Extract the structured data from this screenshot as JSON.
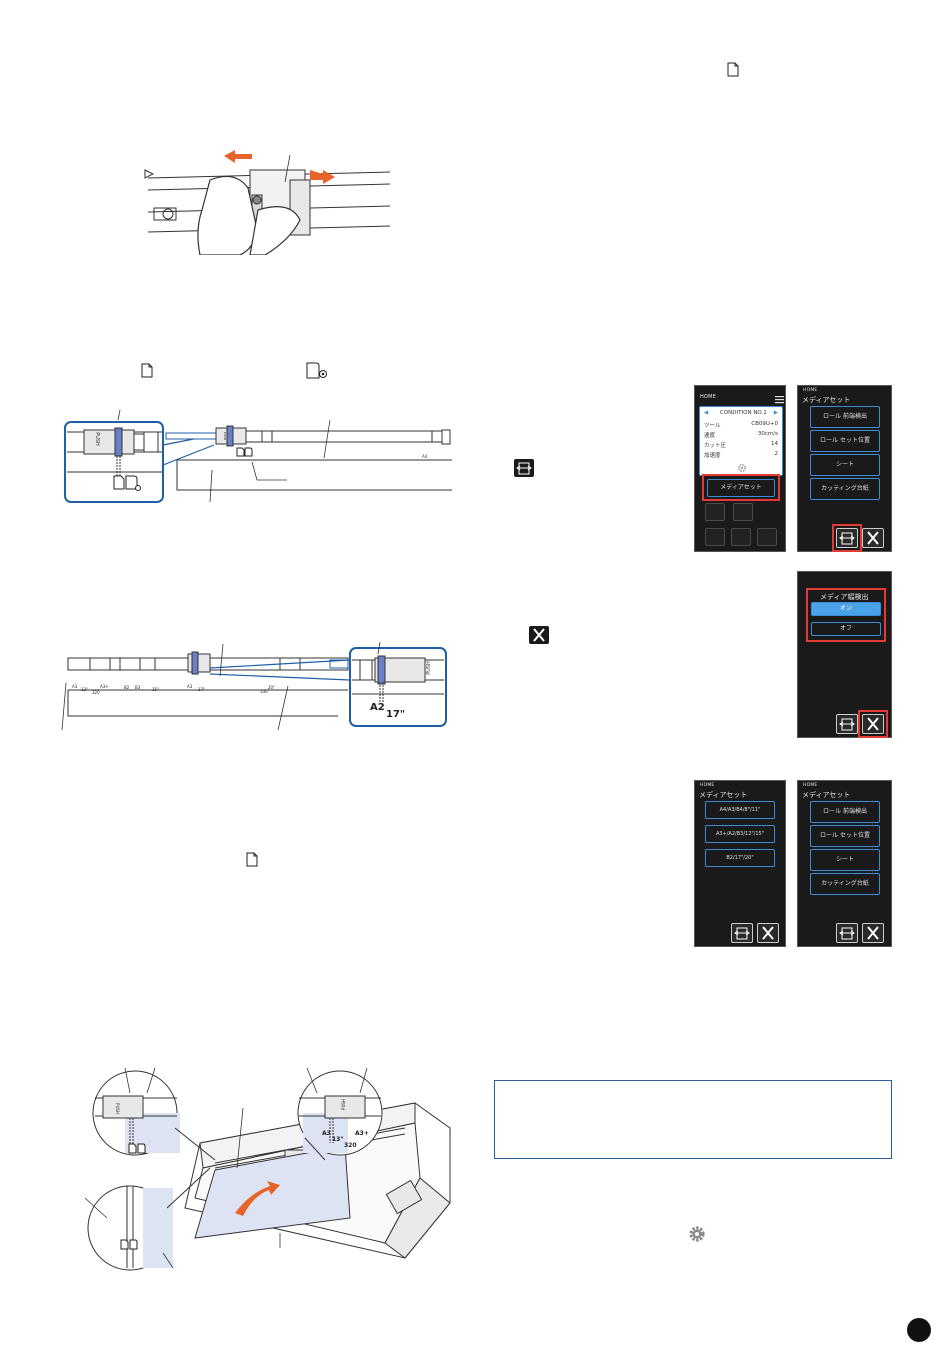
{
  "labels": {
    "roller_label_1": "PUSH",
    "roller_label_2": "PUSH",
    "roller_label_3": "PUSH",
    "roller_label_4": "PUSH",
    "roller_label_5": "PUSH",
    "mark_a2": "A2",
    "mark_17": "17\"",
    "mark_a3_main": "A3",
    "mark_a3plus_main": "A3+",
    "mark_13_main": "13\"",
    "mark_320_main": "320",
    "mark_a3_bar": "A3",
    "mark_13_bar": "13\"",
    "mark_a3plus_bar": "A3+",
    "mark_320_bar": "320",
    "mark_b2_bar": "B2",
    "mark_b3_bar": "B3",
    "mark_15_bar": "15\"",
    "mark_a3_bar2": "A3",
    "mark_17_bar": "17\"",
    "mark_330_bar": "330",
    "mark_20_bar": "20\""
  },
  "screen1": {
    "header": "HOME",
    "condition": "CONDITION NO.1",
    "rows": [
      {
        "k": "ツール",
        "v": "CB09U+0"
      },
      {
        "k": "速度",
        "v": "30cm/s"
      },
      {
        "k": "カット圧",
        "v": "14"
      },
      {
        "k": "加速度",
        "v": "2"
      }
    ],
    "media_set_btn": "メディアセット"
  },
  "screen2": {
    "small": "HOME",
    "title": "メディアセット",
    "buttons": [
      "ロール 前端検出",
      "ロール セット位置",
      "シート",
      "カッティング台紙"
    ]
  },
  "screen3": {
    "title": "メディア幅検出",
    "buttons": [
      "オン",
      "オフ"
    ]
  },
  "screen4": {
    "small": "HOME",
    "title": "メディアセット",
    "buttons": [
      "A4/A3/B4/8\"/11\"",
      "A3+/A2/B3/12\"/15\"",
      "B2/17\"/20\""
    ]
  },
  "screen5": {
    "small": "HOME",
    "title": "メディアセット",
    "buttons": [
      "ロール 前端検出",
      "ロール セット位置",
      "シート",
      "カッティング台紙"
    ]
  },
  "page_number": "",
  "colors": {
    "accent_blue": "#3c8bd6",
    "frame_blue": "#1f5fa8",
    "roller_blue": "#6b7fc7",
    "arrow_orange": "#e8632a",
    "highlight_red": "#e53935",
    "selected_blue": "#4aa2e8"
  }
}
